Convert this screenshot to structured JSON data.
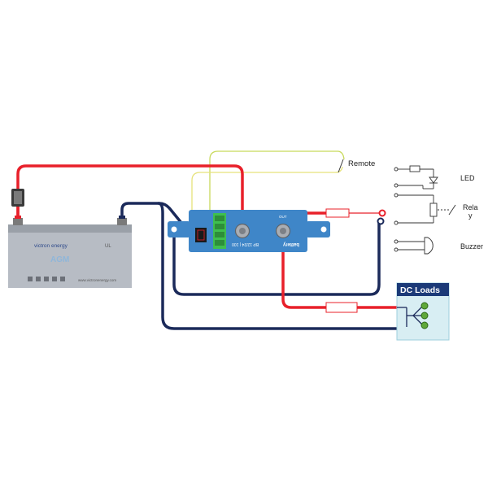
{
  "battery": {
    "brand": "victron energy",
    "type": "AGM",
    "website": "www.victronenergy.com",
    "ul_mark": "UL"
  },
  "protect": {
    "name": "battery",
    "model": "BP 12/24 | 100",
    "out_label": "OUT"
  },
  "labels": {
    "remote": "Remote",
    "led": "LED",
    "relay_line1": "Rela",
    "relay_line2": "y",
    "buzzer": "Buzzer",
    "dc_loads": "DC Loads"
  },
  "colors": {
    "positive": "#e8202a",
    "negative": "#1b2a5a",
    "remote_wire_1": "#c8d95a",
    "remote_wire_2": "#e6e27a",
    "protect_body": "#3f86c8",
    "terminal": "#3fbf4f",
    "battery_body": "#b7bcc4",
    "battery_top": "#9aa0a8",
    "dc_loads_header": "#1b3a78",
    "dc_loads_body": "#d8eef3",
    "load_node": "#5fa83a"
  }
}
